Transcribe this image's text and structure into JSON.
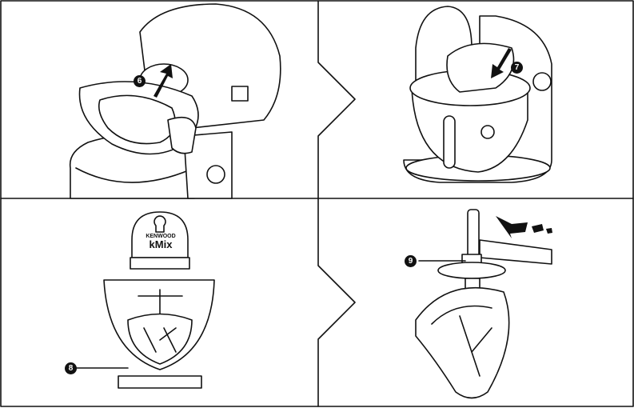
{
  "steps": [
    {
      "number": "6",
      "panel": "top-left"
    },
    {
      "number": "7",
      "panel": "top-right"
    },
    {
      "number": "8",
      "panel": "bottom-left"
    },
    {
      "number": "9",
      "panel": "bottom-right"
    }
  ],
  "logo": {
    "brand": "KENWOOD",
    "model": "kMix"
  },
  "colors": {
    "line": "#111111",
    "background": "#ffffff"
  }
}
